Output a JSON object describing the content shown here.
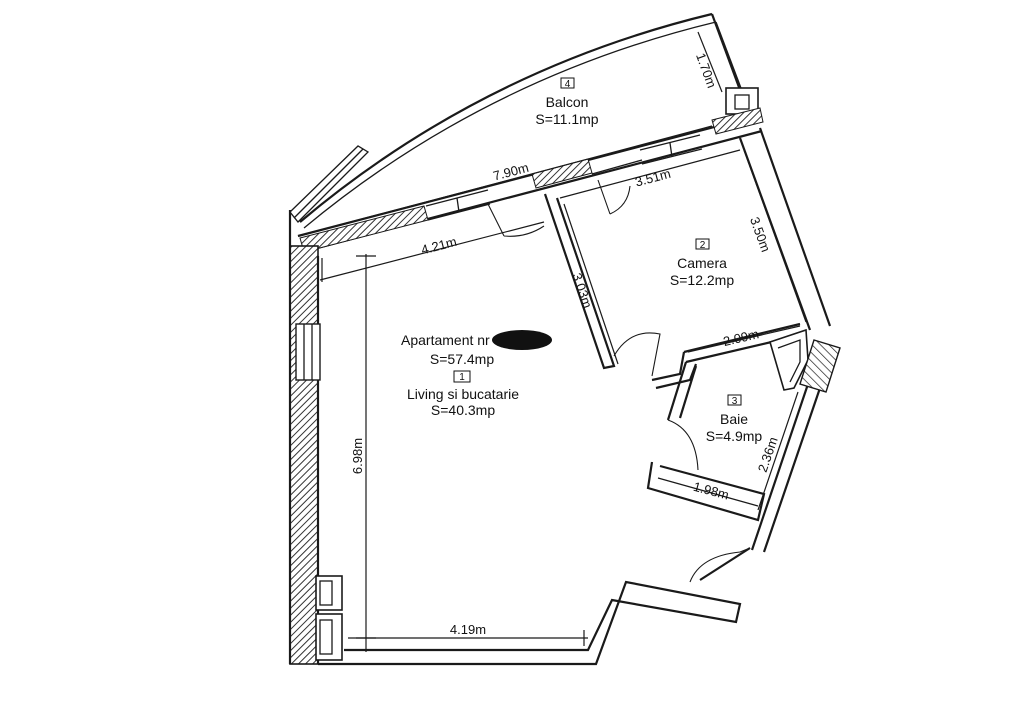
{
  "rooms": {
    "balcon": {
      "number": "4",
      "name": "Balcon",
      "area": "S=11.1mp"
    },
    "camera": {
      "number": "2",
      "name": "Camera",
      "area": "S=12.2mp"
    },
    "baie": {
      "number": "3",
      "name": "Baie",
      "area": "S=4.9mp"
    },
    "living": {
      "apartment_label": "Apartament nr",
      "apartment_area": "S=57.4mp",
      "number": "1",
      "name": "Living si bucatarie",
      "area": "S=40.3mp"
    }
  },
  "dimensions": {
    "balcon_depth": "1.70m",
    "balcon_length": "7.90m",
    "camera_top": "3.51m",
    "camera_right": "3.50m",
    "camera_left": "3.03m",
    "camera_bottom": "2.09m",
    "living_top": "4.21m",
    "living_left": "6.98m",
    "living_bottom": "4.19m",
    "baie_right": "2.36m",
    "baie_bottom": "1.98m"
  },
  "colors": {
    "line": "#1a1a1a",
    "hatch": "#333333",
    "background": "#ffffff"
  }
}
